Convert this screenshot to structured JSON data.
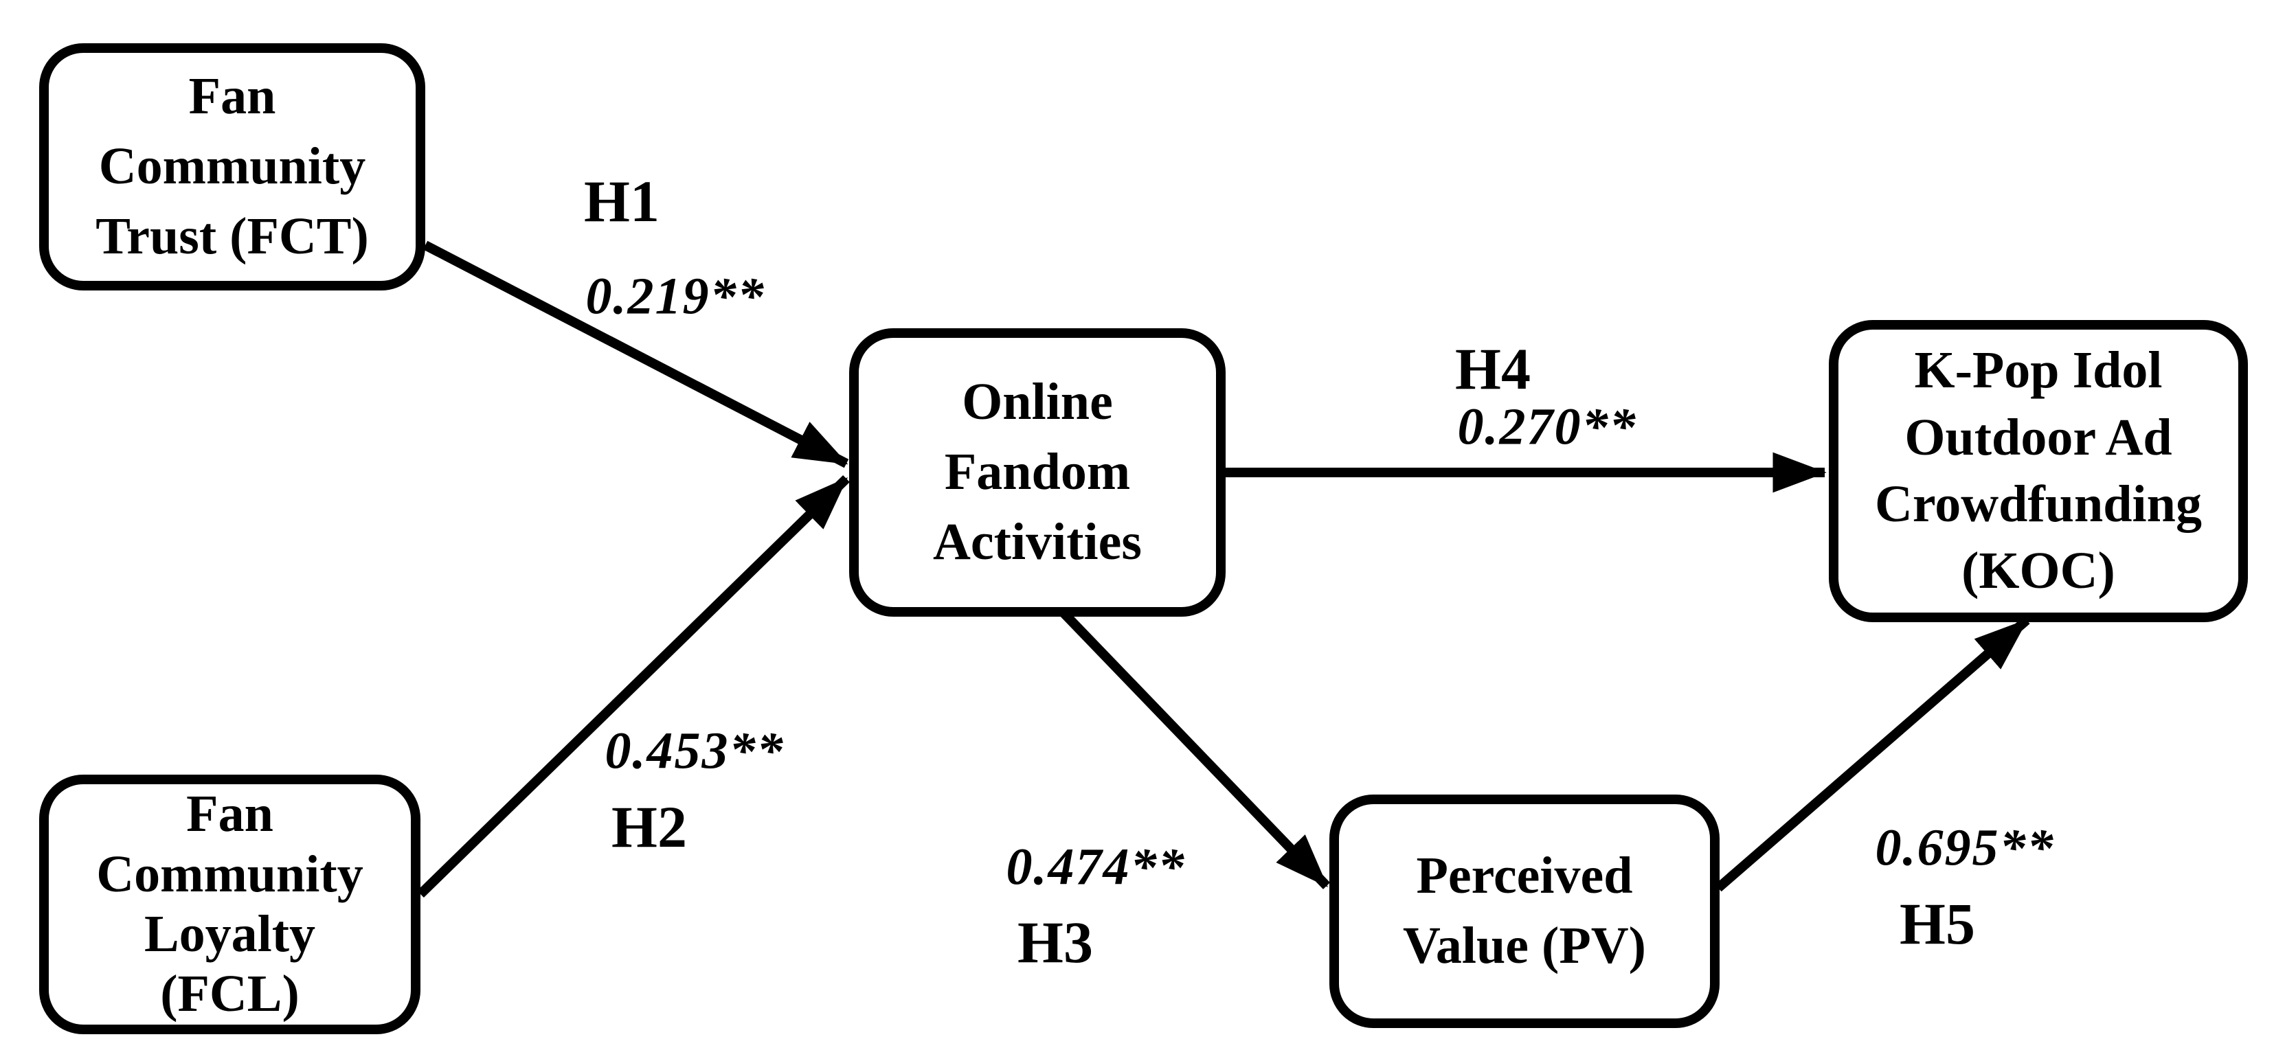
{
  "diagram": {
    "type": "structural-model-path-diagram",
    "colors": {
      "ink": "#000000",
      "background": "#ffffff"
    },
    "nodes": {
      "fct": {
        "id": "FCT",
        "label": "Fan\nCommunity\nTrust (FCT)"
      },
      "fcl": {
        "id": "FCL",
        "label": "Fan\nCommunity\nLoyalty\n(FCL)"
      },
      "ofa": {
        "id": "OFA",
        "label": "Online\nFandom\nActivities"
      },
      "pv": {
        "id": "PV",
        "label": "Perceived\nValue (PV)"
      },
      "koc": {
        "id": "KOC",
        "label": "K-Pop Idol\nOutdoor Ad\nCrowdfunding\n(KOC)"
      }
    },
    "paths": {
      "h1": {
        "hypothesis": "H1",
        "coefficient": "0.219**",
        "from": "Fan Community Trust (FCT)",
        "to": "Online Fandom Activities"
      },
      "h2": {
        "hypothesis": "H2",
        "coefficient": "0.453**",
        "from": "Fan Community Loyalty (FCL)",
        "to": "Online Fandom Activities"
      },
      "h3": {
        "hypothesis": "H3",
        "coefficient": "0.474**",
        "from": "Online Fandom Activities",
        "to": "Perceived Value (PV)"
      },
      "h4": {
        "hypothesis": "H4",
        "coefficient": "0.270**",
        "from": "Online Fandom Activities",
        "to": "K-Pop Idol Outdoor Ad Crowdfunding (KOC)"
      },
      "h5": {
        "hypothesis": "H5",
        "coefficient": "0.695**",
        "from": "Perceived Value (PV)",
        "to": "K-Pop Idol Outdoor Ad Crowdfunding (KOC)"
      }
    }
  }
}
